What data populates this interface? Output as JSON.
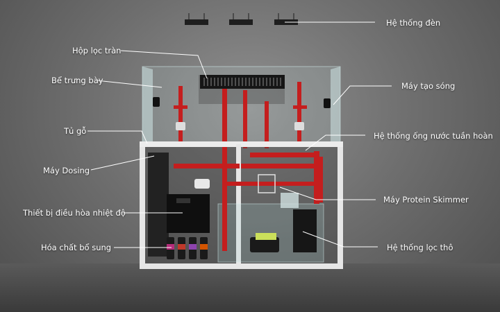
{
  "labels": {
    "lighting": "Hệ thống đèn",
    "overflow_box": "Hộp lọc tràn",
    "display_tank": "Bể trưng bày",
    "wave_maker": "Máy tạo sóng",
    "cabinet": "Tủ gỗ",
    "circulation": "Hệ thống ống nước tuần hoàn",
    "dosing": "Máy Dosing",
    "protein_skimmer": "Máy Protein Skimmer",
    "chiller": "Thiết bị điều hòa nhiệt độ",
    "supplements": "Hóa chất bổ sung",
    "coarse_filter": "Hệ thống lọc thô"
  },
  "colors": {
    "background": "#7a7a7a",
    "pipe": "#c41e1e",
    "cabinet": "#e6e6e6",
    "glass": "#cfe6e6",
    "leader": "#ffffff"
  }
}
